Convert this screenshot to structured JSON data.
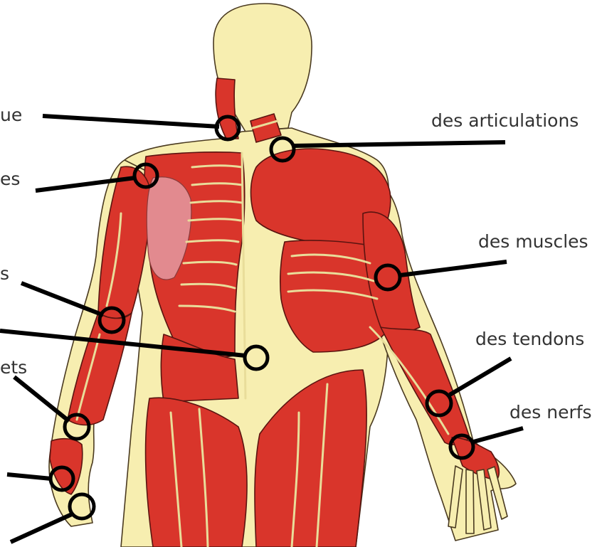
{
  "labels": {
    "right_articulations": "des articulations",
    "right_muscles": "des muscles",
    "right_tendons": "des tendons",
    "right_nerfs": "des nerfs",
    "left_1": "ue",
    "left_2": "es",
    "left_3": "s",
    "left_4": "ets"
  },
  "colors": {
    "muscle": "#d9352b",
    "skin": "#f7eeb0",
    "lung": "#e28a8f",
    "pointer": "#000000"
  }
}
